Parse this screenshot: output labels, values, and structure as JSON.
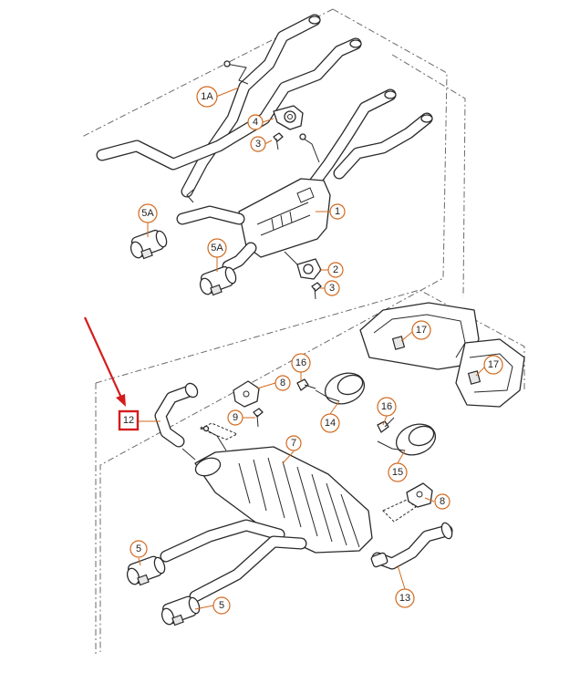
{
  "callouts": {
    "c_1A": "1A",
    "c_4": "4",
    "c_3a": "3",
    "c_1": "1",
    "c_5A_a": "5A",
    "c_5A_b": "5A",
    "c_2": "2",
    "c_3b": "3",
    "c_17a": "17",
    "c_17b": "17",
    "c_16a": "16",
    "c_8a": "8",
    "c_12": "12",
    "c_9": "9",
    "c_14": "14",
    "c_16b": "16",
    "c_7": "7",
    "c_15": "15",
    "c_8b": "8",
    "c_5a": "5",
    "c_5b": "5",
    "c_13": "13"
  },
  "colors": {
    "callout_ring": "#d2691e",
    "highlight": "#d41c1c"
  },
  "highlighted_part": "12"
}
